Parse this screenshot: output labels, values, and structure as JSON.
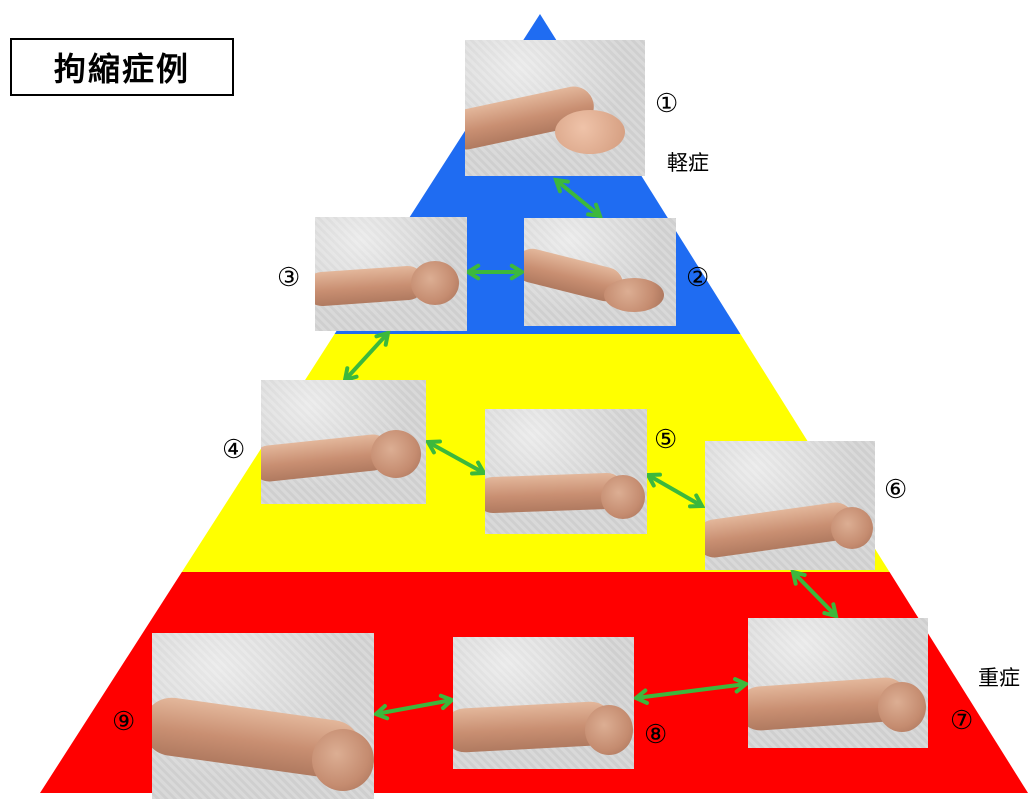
{
  "title": "拘縮症例",
  "labels": {
    "mild": "軽症",
    "severe": "重症"
  },
  "colors": {
    "tier_top": "#1f6cf2",
    "tier_middle": "#ffff00",
    "tier_bottom": "#ff0000",
    "arrow": "#3cb83c"
  },
  "cases": [
    {
      "id": 1,
      "marker": "①",
      "severity_tier": "top"
    },
    {
      "id": 2,
      "marker": "②",
      "severity_tier": "top"
    },
    {
      "id": 3,
      "marker": "③",
      "severity_tier": "top"
    },
    {
      "id": 4,
      "marker": "④",
      "severity_tier": "middle"
    },
    {
      "id": 5,
      "marker": "⑤",
      "severity_tier": "middle"
    },
    {
      "id": 6,
      "marker": "⑥",
      "severity_tier": "middle"
    },
    {
      "id": 7,
      "marker": "⑦",
      "severity_tier": "bottom"
    },
    {
      "id": 8,
      "marker": "⑧",
      "severity_tier": "bottom"
    },
    {
      "id": 9,
      "marker": "⑨",
      "severity_tier": "bottom"
    }
  ],
  "connections": [
    [
      1,
      2
    ],
    [
      2,
      3
    ],
    [
      3,
      4
    ],
    [
      4,
      5
    ],
    [
      5,
      6
    ],
    [
      6,
      7
    ],
    [
      7,
      8
    ],
    [
      8,
      9
    ]
  ]
}
